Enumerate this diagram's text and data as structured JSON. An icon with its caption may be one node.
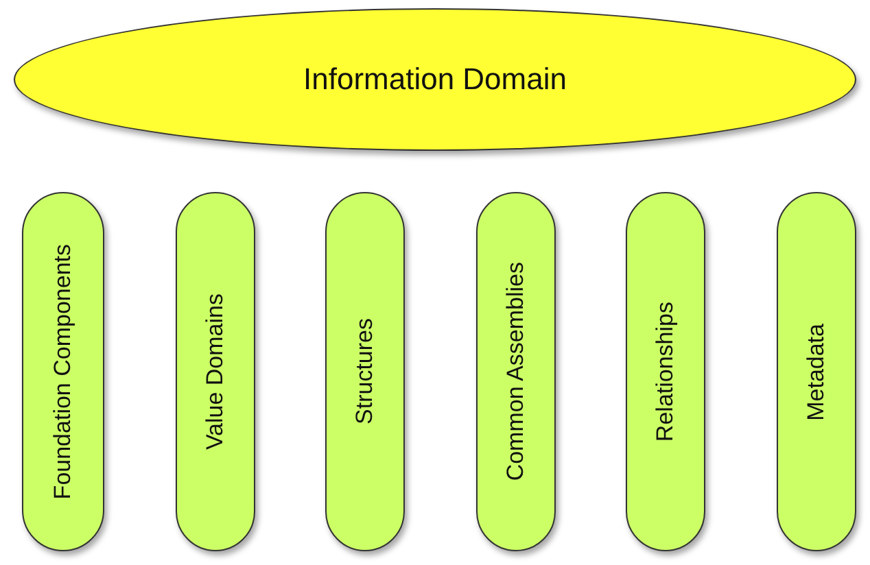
{
  "diagram": {
    "nodes": [
      {
        "text": [
          "Information Domain"
        ]
      },
      {
        "text": [
          "Foundation Components"
        ]
      },
      {
        "text": [
          "Value Domains"
        ]
      },
      {
        "text": [
          "Structures"
        ]
      },
      {
        "text": [
          "Common Assemblies"
        ]
      },
      {
        "text": [
          "Relationships"
        ]
      },
      {
        "text": [
          "Metadata"
        ]
      }
    ],
    "edges": []
  }
}
